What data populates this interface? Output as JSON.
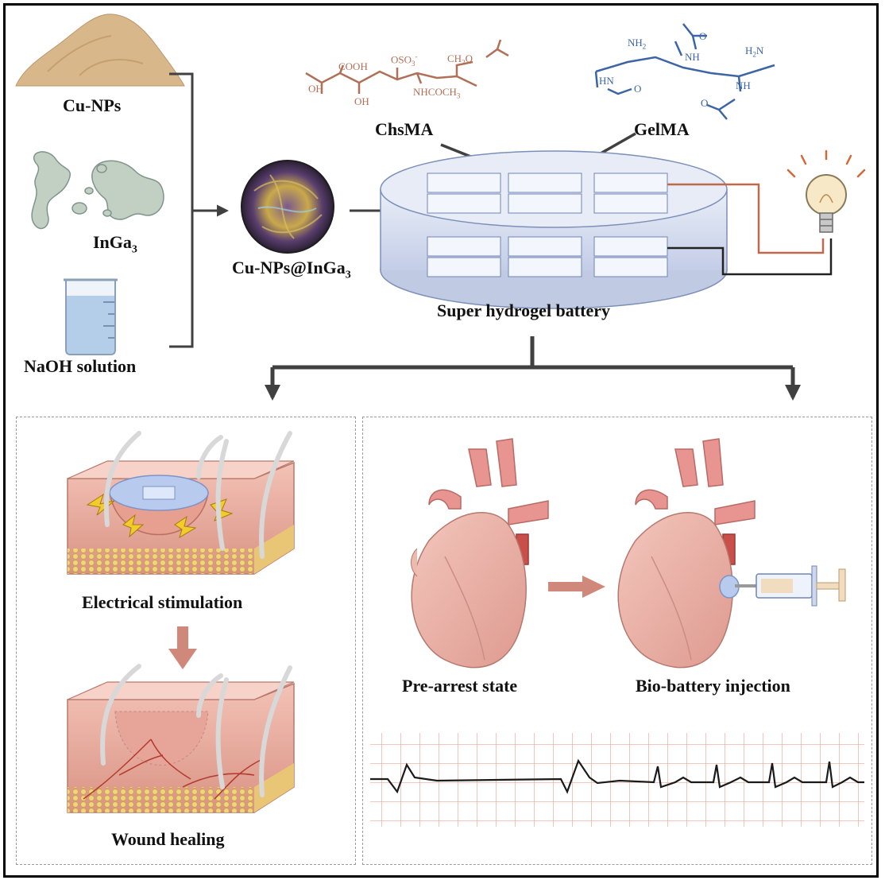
{
  "synthesis": {
    "materials": [
      {
        "name": "Cu-NPs",
        "icon": "cu-nps-powder-icon"
      },
      {
        "name": "InGa",
        "sub": "3",
        "icon": "liquid-metal-icon"
      },
      {
        "name": "NaOH solution",
        "icon": "beaker-icon"
      }
    ],
    "composite": {
      "name": "Cu-NPs@InGa",
      "sub": "3"
    }
  },
  "polymers": {
    "chsma": {
      "label": "ChsMA",
      "groups": [
        "COOH",
        "OSO",
        "3",
        "-",
        "CH",
        "2",
        "O",
        "OH",
        "OH",
        "NHCOCH",
        "3"
      ]
    },
    "gelma": {
      "label": "GelMA",
      "groups": [
        "NH",
        "2",
        "NH",
        "H",
        "2",
        "N",
        "O",
        "HN",
        "O",
        "NH",
        "O"
      ]
    }
  },
  "battery": {
    "label": "Super hydrogel battery"
  },
  "applications": {
    "wound": {
      "stage1": "Electrical stimulation",
      "stage2": "Wound healing"
    },
    "heart": {
      "state1": "Pre-arrest state",
      "state2": "Bio-battery injection"
    }
  },
  "colors": {
    "chsma": "#b07058",
    "gelma": "#3d64a4",
    "arrow": "#404040",
    "skin": "#e8a99a",
    "heart": "#e8a8a0",
    "ecg_grid": "#e8a898"
  }
}
